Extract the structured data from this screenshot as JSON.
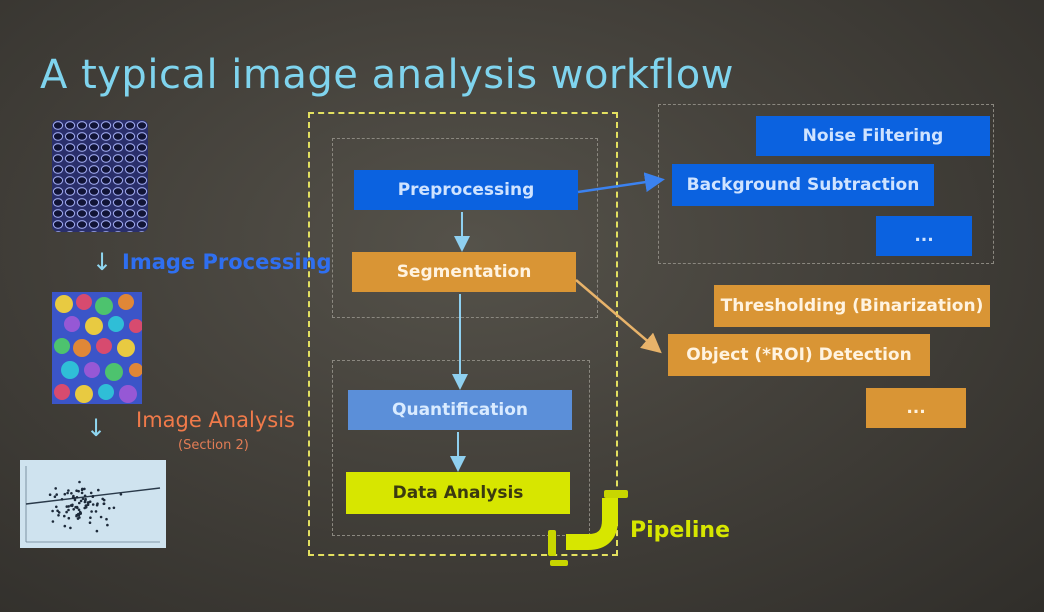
{
  "title": "A typical image analysis workflow",
  "left": {
    "image_processing_label": "Image Processing",
    "image_analysis_label": "Image Analysis",
    "image_analysis_sub": "(Section 2)"
  },
  "pipeline": {
    "preprocessing": "Preprocessing",
    "segmentation": "Segmentation",
    "quantification": "Quantification",
    "data_analysis": "Data Analysis",
    "pipeline_label": "Pipeline"
  },
  "preprocessing_options": [
    "Noise Filtering",
    "Background Subtraction",
    "..."
  ],
  "segmentation_options": [
    "Thresholding (Binarization)",
    "Object (*ROI) Detection",
    "..."
  ],
  "colors": {
    "title": "#7fd4ee",
    "blue_box": "#0b62e0",
    "orange_box": "#d99535",
    "quantification_box": "#5b8fd9",
    "data_analysis_box": "#d7e600",
    "image_analysis_text": "#f07a4a"
  }
}
